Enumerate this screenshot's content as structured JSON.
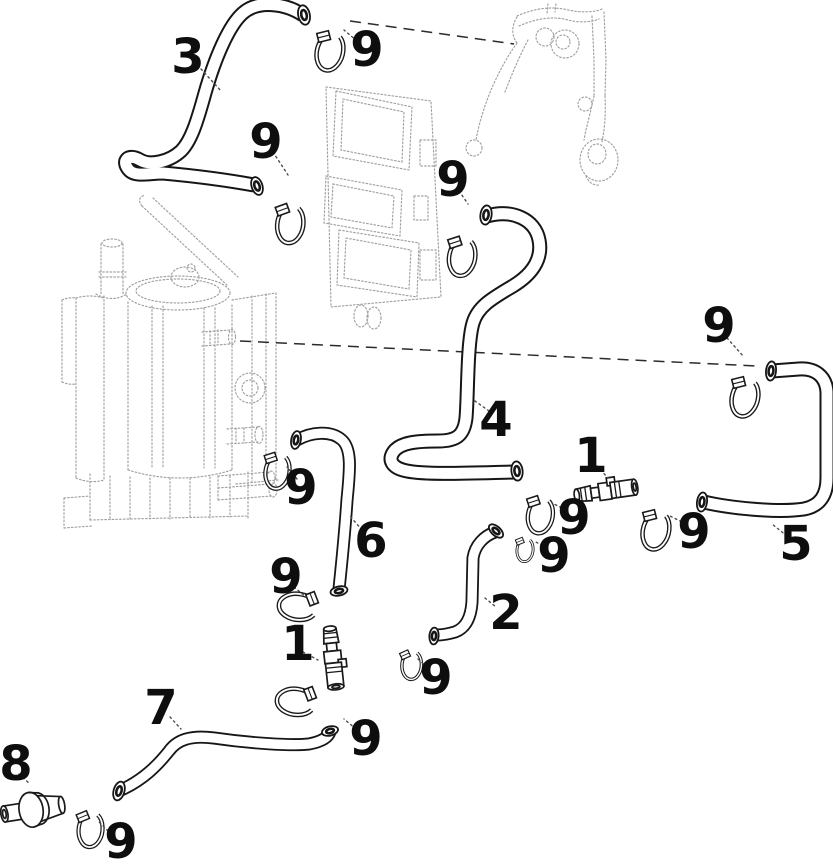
{
  "diagram": {
    "kind": "exploded-parts-diagram",
    "subject": "hose and clamp routing",
    "background": "#ffffff",
    "ink_color": "#1a1a1a",
    "ghost_color": "#a0a0a0",
    "callouts": [
      {
        "part": "3"
      },
      {
        "part": "9"
      },
      {
        "part": "9"
      },
      {
        "part": "9"
      },
      {
        "part": "4"
      },
      {
        "part": "9"
      },
      {
        "part": "1"
      },
      {
        "part": "9"
      },
      {
        "part": "9"
      },
      {
        "part": "5"
      },
      {
        "part": "9"
      },
      {
        "part": "2"
      },
      {
        "part": "9"
      },
      {
        "part": "9"
      },
      {
        "part": "6"
      },
      {
        "part": "9"
      },
      {
        "part": "1"
      },
      {
        "part": "9"
      },
      {
        "part": "7"
      },
      {
        "part": "8"
      },
      {
        "part": "9"
      }
    ]
  }
}
